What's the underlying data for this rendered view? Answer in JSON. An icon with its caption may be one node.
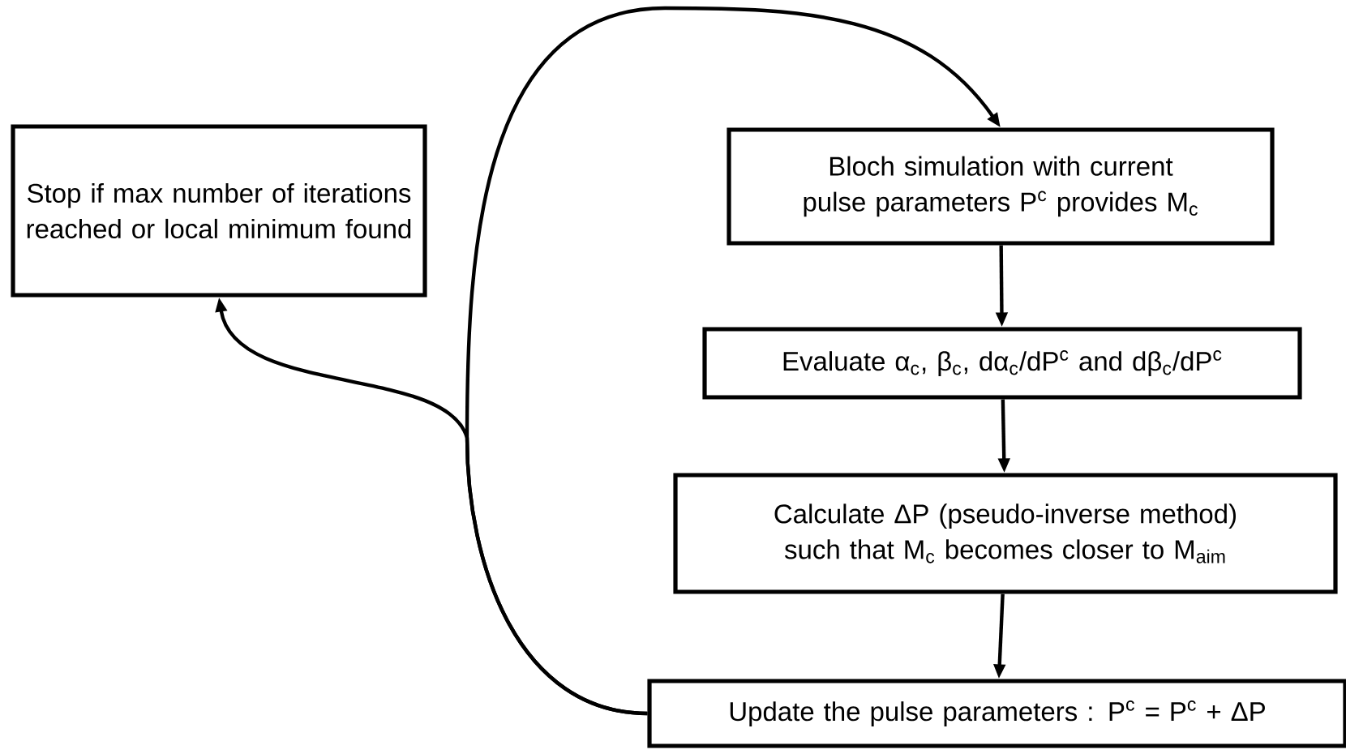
{
  "diagram": {
    "nodes": [
      {
        "text": [
          "Stop if max number of iterations reached or local minimum found"
        ]
      },
      {
        "text": [
          "Bloch simulation with current pulse parameters P$^{c}$ provides M$_{c}$"
        ]
      },
      {
        "text": [
          "Evaluate α$_{c}$, β$_{c}$, dα$_{c}$/dP$^{c}$ and dβ$_{c}$/dP$^{c}$"
        ]
      },
      {
        "text": [
          "Calculate ΔP (pseudo-inverse method) such that M$_{c}$ becomes closer to M$_{aim}$"
        ]
      },
      {
        "text": [
          "Update the pulse parameters : P$^{c}$ = P$^{c}$ + ΔP"
        ]
      }
    ],
    "edges": [
      {
        "from": 1,
        "to": 2,
        "arrow": "to"
      },
      {
        "from": 2,
        "to": 3,
        "arrow": "to"
      },
      {
        "from": 3,
        "to": 4,
        "arrow": "to"
      },
      {
        "from": 4,
        "to": 1,
        "arrow": "to"
      },
      {
        "from": 4,
        "to": 0,
        "arrow": "to"
      }
    ]
  }
}
